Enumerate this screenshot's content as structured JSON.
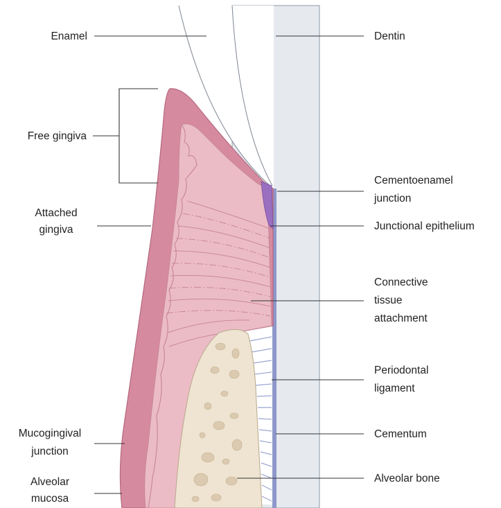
{
  "colors": {
    "dentin": "#e6eaef",
    "enamel": "#ffffff",
    "gingiva_outer": "#d68aa0",
    "gingiva_inner": "#ecbcc6",
    "connective_fibers": "#f3d1d6",
    "junctional_epithelium": "#9b6fbf",
    "bone": "#efe4d1",
    "bone_spots": "#dccab0",
    "ligament": "#a8b2d9",
    "cementum": "#8e97c9",
    "leader": "#333333",
    "text": "#222222"
  },
  "labels": {
    "enamel": "Enamel",
    "dentin": "Dentin",
    "free_gingiva": "Free gingiva",
    "cementoenamel_1": "Cementoenamel",
    "cementoenamel_2": "junction",
    "attached_1": "Attached",
    "attached_2": "gingiva",
    "junctional_epithelium": "Junctional epithelium",
    "connective_1": "Connective",
    "connective_2": "tissue",
    "connective_3": "attachment",
    "periodontal_1": "Periodontal",
    "periodontal_2": "ligament",
    "cementum": "Cementum",
    "mucogingival_1": "Mucogingival",
    "mucogingival_2": "junction",
    "alveolar_bone": "Alveolar bone",
    "alveolar_mucosa_1": "Alveolar",
    "alveolar_mucosa_2": "mucosa"
  }
}
